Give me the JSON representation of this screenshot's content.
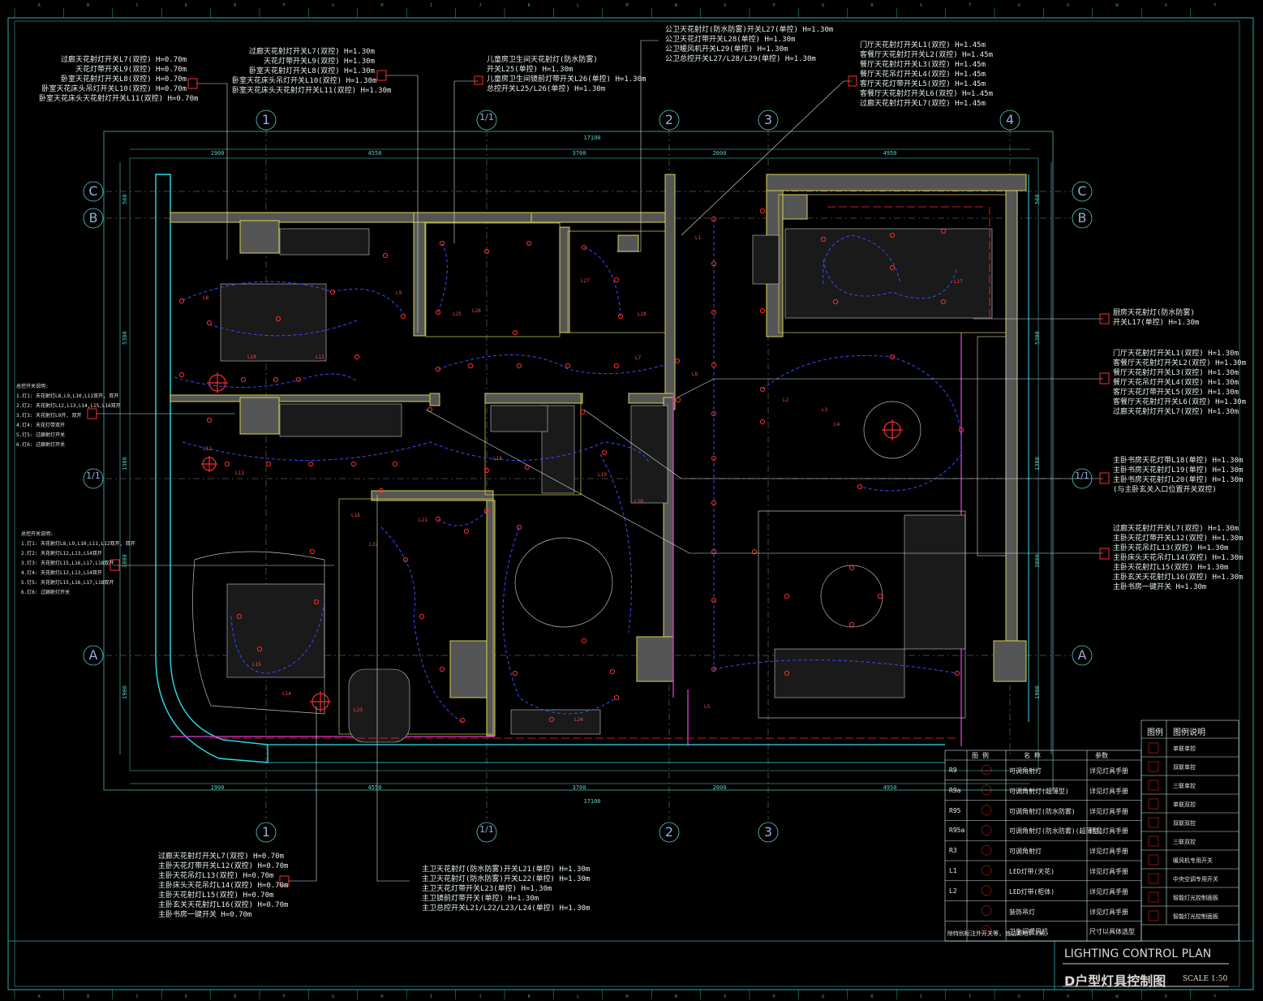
{
  "title_block": {
    "title_en": "LIGHTING CONTROL PLAN",
    "title_cn": "D户型灯具控制图",
    "scale": "SCALE 1:50"
  },
  "grid": {
    "cols_top": [
      "1",
      "1/1",
      "2",
      "3",
      "4"
    ],
    "cols_bottom": [
      "1",
      "1/1",
      "2",
      "3"
    ],
    "rows_left": [
      "C",
      "B",
      "1/1",
      "A"
    ],
    "rows_right": [
      "C",
      "B",
      "1/1",
      "A"
    ],
    "border_letters": [
      "A",
      "B",
      "C",
      "D",
      "E",
      "F",
      "G",
      "H",
      "I",
      "J",
      "K",
      "L",
      "M",
      "N",
      "O",
      "P",
      "Q",
      "R",
      "S",
      "T",
      "U",
      "V",
      "W",
      "X",
      "Y"
    ]
  },
  "dimensions": {
    "top_total": "17100",
    "top_segments": [
      "1900",
      "4550",
      "3700",
      "2000",
      "4950"
    ],
    "bottom_total": "17100",
    "bottom_segments": [
      "1900",
      "4550",
      "3700",
      "2000",
      "4950"
    ],
    "left_segments": [
      "560",
      "5300",
      "1380",
      "3800",
      "1900"
    ],
    "right_segments": [
      "560",
      "5300",
      "1380",
      "3800",
      "1900"
    ]
  },
  "notes": {
    "n1": [
      "过廊天花射灯开关L7(双控) H=0.70m",
      "天花灯带开关L9(双控) H=0.70m",
      "卧室天花射灯开关L8(双控) H=0.70m",
      "卧室天花床头吊灯开关L10(双控) H=0.70m",
      "卧室天花床头天花射灯开关L11(双控) H=0.70m"
    ],
    "n2": [
      "过廊天花射灯开关L7(双控) H=1.30m",
      "天花灯带开关L9(双控) H=1.30m",
      "卧室天花射灯开关L8(双控) H=1.30m",
      "卧室天花床头吊灯开关L10(双控) H=1.30m",
      "卧室天花床头天花射灯开关L11(双控) H=1.30m"
    ],
    "n3": [
      "儿童房卫生间天花射灯(防水防雾)",
      "开关L25(单控) H=1.30m",
      "儿童房卫生间镜前灯带开关L26(单控) H=1.30m",
      "总控开关L25/L26(单控) H=1.30m"
    ],
    "n4": [
      "公卫天花射灯(防水防雾)开关L27(单控) H=1.30m",
      "公卫天花灯带开关L28(单控) H=1.30m",
      "公卫暖风机开关L29(单控) H=1.30m",
      "公卫总控开关L27/L28/L29(单控) H=1.30m"
    ],
    "n5": [
      "门厅天花射灯开关L1(双控) H=1.45m",
      "客餐厅天花射灯开关L2(双控) H=1.45m",
      "餐厅天花射灯开关L3(双控) H=1.45m",
      "餐厅天花吊灯开关L4(双控) H=1.45m",
      "客厅天花灯带开关L5(双控) H=1.45m",
      "客餐厅天花射灯开关L6(双控) H=1.45m",
      "过廊天花射灯开关L7(双控) H=1.45m"
    ],
    "n6": [
      "厨房天花射灯(防水防雾)",
      "开关L17(单控) H=1.30m"
    ],
    "n7": [
      "门厅天花射灯开关L1(双控) H=1.30m",
      "客餐厅天花射灯开关L2(双控) H=1.30m",
      "餐厅天花射灯开关L3(双控) H=1.30m",
      "餐厅天花吊灯开关L4(双控) H=1.30m",
      "客厅天花灯带开关L5(双控) H=1.30m",
      "客餐厅天花射灯开关L6(双控) H=1.30m",
      "过廊天花射灯开关L7(双控) H=1.30m"
    ],
    "n8": [
      "主卧书房天花灯带L18(单控) H=1.30m",
      "主卧书房天花射灯L19(单控) H=1.30m",
      "主卧书房天花射灯L20(单控) H=1.30m",
      "(与主卧玄关入口位置开关双控)"
    ],
    "n9": [
      "过廊天花射灯开关L7(双控) H=1.30m",
      "主卧天花灯带开关L12(双控) H=1.30m",
      "主卧天花吊灯L13(双控) H=1.30m",
      "主卧床头天花吊灯L14(双控) H=1.30m",
      "主卧天花射灯L15(双控) H=1.30m",
      "主卧玄关天花射灯L16(双控) H=1.30m",
      "主卧书房一键开关 H=1.30m"
    ],
    "n10": [
      "过廊天花射灯开关L7(双控) H=0.70m",
      "主卧天花灯带开关L12(双控) H=0.70m",
      "主卧天花吊灯L13(双控) H=0.70m",
      "主卧床头天花吊灯L14(双控) H=0.70m",
      "主卧天花射灯L15(双控) H=0.70m",
      "主卧玄关天花射灯L16(双控) H=0.70m",
      "主卧书房一键开关 H=0.70m"
    ],
    "n11": [
      "主卫天花射灯(防水防雾)开关L21(单控) H=1.30m",
      "主卫天花射灯(防水防雾)开关L22(单控) H=1.30m",
      "主卫天花灯带开关L23(单控) H=1.30m",
      "主卫镜前灯带开关(单控) H=1.30m",
      "主卫总控开关L21/L22/L23/L24(单控) H=1.30m"
    ],
    "n12": [
      "总控开关说明:",
      "1.灯1: 天花射灯L8,L9,L10,L11双开, 双开",
      "2.灯2: 天花射灯L12,L13,L14,L15,L16双开",
      "3.灯3: 天花射灯L9开, 双开",
      "4.灯4: 天花灯带双开",
      "5.灯5: 过廊射灯开关",
      "6.灯6: 过廊射灯开关"
    ],
    "n13": [
      "总控开关说明:",
      "1.灯1: 天花射灯L8,L9,L10,L11,L12双开, 双开",
      "2.灯2: 天花射灯L12,L13,L14双开",
      "3.灯3: 天花射灯L15,L16,L17,L18双开",
      "4.灯4: 天花射灯L12,L13,L14双开",
      "5.灯5: 天花射灯L15,L16,L17,L18双开",
      "6.灯6: 过廊射灯开关"
    ]
  },
  "luminaire_table": {
    "headers": [
      "图 例",
      "名 称",
      "参数"
    ],
    "rows": [
      {
        "code": "R9",
        "name": "可调角射灯",
        "param": "详见灯具手册"
      },
      {
        "code": "R9a",
        "name": "可调角射灯(超薄型)",
        "param": "详见灯具手册"
      },
      {
        "code": "R95",
        "name": "可调角射灯(防水防雾)",
        "param": "详见灯具手册"
      },
      {
        "code": "R95a",
        "name": "可调角射灯(防水防雾)(超薄型)",
        "param": "详见灯具手册"
      },
      {
        "code": "R3",
        "name": "可调角射灯",
        "param": "详见灯具手册"
      },
      {
        "code": "L1",
        "name": "LED灯带(天花)",
        "param": "详见灯具手册"
      },
      {
        "code": "L2",
        "name": "LED灯带(柜体)",
        "param": "详见灯具手册"
      },
      {
        "code": "",
        "name": "装饰吊灯",
        "param": "详见灯具手册"
      },
      {
        "code": "",
        "name": "卫生间暖风机",
        "param": "尺寸以具体选型"
      }
    ]
  },
  "switch_legend": {
    "headers": [
      "图例",
      "图例说明"
    ],
    "rows": [
      "单联单控",
      "双联单控",
      "三联单控",
      "单联双控",
      "双联双控",
      "三联双控",
      "暖风机专用开关",
      "中央空调专用开关",
      "智能灯光控制面板",
      "智能灯光控制面板"
    ],
    "footnote": "除特别标注外开关等, 底边距地1.3米。"
  },
  "plan_labels": [
    "L1",
    "L2",
    "L3",
    "L4",
    "L5",
    "L6",
    "L7",
    "L8",
    "L9",
    "L10",
    "L11",
    "L12",
    "L13",
    "L14",
    "L15",
    "L16",
    "L17",
    "L18",
    "L19",
    "L20",
    "L21",
    "L22",
    "L23",
    "L24",
    "L25",
    "L26",
    "L27",
    "L28"
  ],
  "colors": {
    "background": "#000000",
    "wall": "#555555",
    "wall_line": "#d8d24a",
    "circuit": "#3b4cff",
    "fixture": "#ff2b2b",
    "dimension": "#58d0c8",
    "magenta": "#e03ad6"
  }
}
